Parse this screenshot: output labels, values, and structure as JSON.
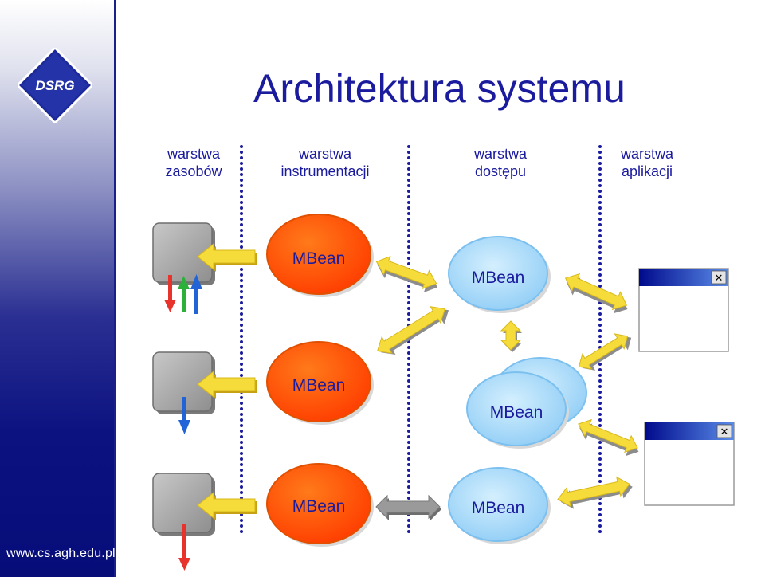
{
  "title": "Architektura systemu",
  "logo_text": "DSRG",
  "footer_url": "www.cs.agh.edu.pl",
  "layers": [
    {
      "line1": "warstwa",
      "line2": "zasobów"
    },
    {
      "line1": "warstwa",
      "line2": "instrumentacji"
    },
    {
      "line1": "warstwa",
      "line2": "dostępu"
    },
    {
      "line1": "warstwa",
      "line2": "aplikacji"
    }
  ],
  "mbean_label": "MBean",
  "window_close_glyph": "✕",
  "colors": {
    "title": "#1b1b9e",
    "mbean_instrumentation": "#ff4a00",
    "mbean_access": "#a8d8f8",
    "arrow_yellow": "#f5dc3a",
    "arrow_gray": "#8c8c8c",
    "sidebar": "#0c1280"
  }
}
